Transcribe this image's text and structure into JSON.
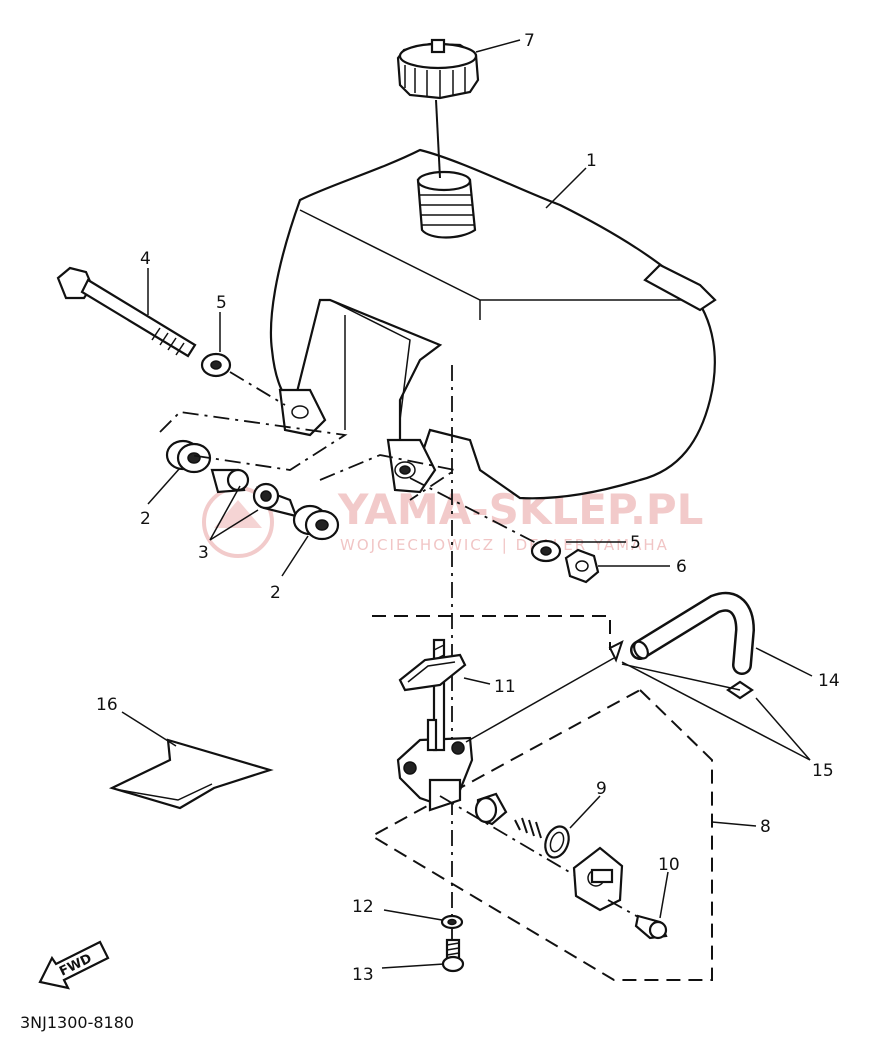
{
  "diagram": {
    "part_code": "3NJ1300-8180",
    "fwd_label": "FWD",
    "watermark": {
      "main": "YAMA-SKLEP.PL",
      "sub": "WOJCIECHOWICZ | DEALER YAMAHA"
    },
    "callouts": {
      "c1": "1",
      "c2a": "2",
      "c2b": "2",
      "c3": "3",
      "c4": "4",
      "c5a": "5",
      "c5b": "5",
      "c6": "6",
      "c7": "7",
      "c8": "8",
      "c9": "9",
      "c10": "10",
      "c11": "11",
      "c12": "12",
      "c13": "13",
      "c14": "14",
      "c15": "15",
      "c16": "16"
    }
  }
}
